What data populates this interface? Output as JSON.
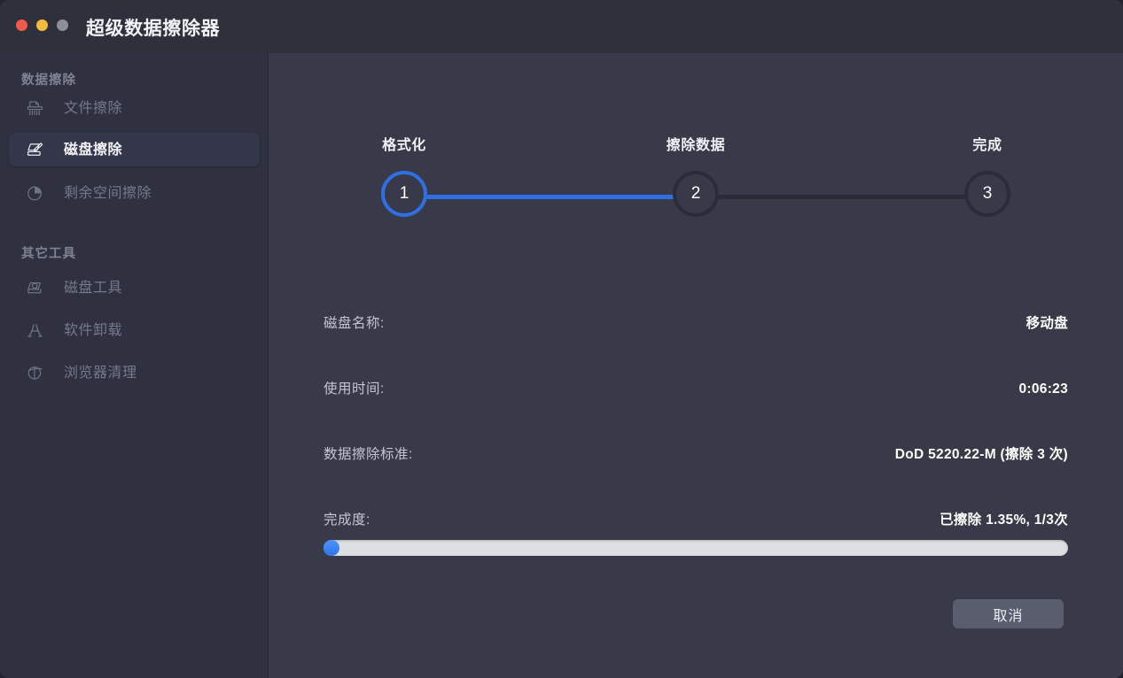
{
  "window": {
    "title": "超级数据擦除器",
    "controls": {
      "close": "close",
      "minimize": "minimize",
      "maximize": "maximize"
    }
  },
  "sidebar": {
    "groups": [
      {
        "title": "数据擦除",
        "items": [
          {
            "label": "文件擦除",
            "icon": "shredder-icon",
            "selected": false
          },
          {
            "label": "磁盘擦除",
            "icon": "disk-erase-icon",
            "selected": true
          },
          {
            "label": "剩余空间擦除",
            "icon": "pie-chart-icon",
            "selected": false
          }
        ]
      },
      {
        "title": "其它工具",
        "items": [
          {
            "label": "磁盘工具",
            "icon": "disk-search-icon",
            "selected": false
          },
          {
            "label": "软件卸载",
            "icon": "app-uninstall-icon",
            "selected": false
          },
          {
            "label": "浏览器清理",
            "icon": "browser-clean-icon",
            "selected": false
          }
        ]
      }
    ]
  },
  "main": {
    "stepper": {
      "steps": [
        {
          "num": "1",
          "label": "格式化",
          "state": "active"
        },
        {
          "num": "2",
          "label": "擦除数据",
          "state": "current"
        },
        {
          "num": "3",
          "label": "完成",
          "state": "todo"
        }
      ]
    },
    "info_rows": [
      {
        "label": "磁盘名称:",
        "value": "移动盘"
      },
      {
        "label": "使用时间:",
        "value": "0:06:23"
      },
      {
        "label": "数据擦除标准:",
        "value": "DoD 5220.22-M (擦除 3 次)"
      },
      {
        "label": "完成度:",
        "value": "已擦除 1.35%, 1/3次"
      }
    ],
    "progress": {
      "percent": 1.35
    },
    "cancel_label": "取消"
  },
  "colors": {
    "accent": "#2f6fe3",
    "sidebar_bg": "#2f3140",
    "main_bg": "#383a4a",
    "titlebar_bg": "#2e303c",
    "progress_track": "#dedfe1"
  }
}
